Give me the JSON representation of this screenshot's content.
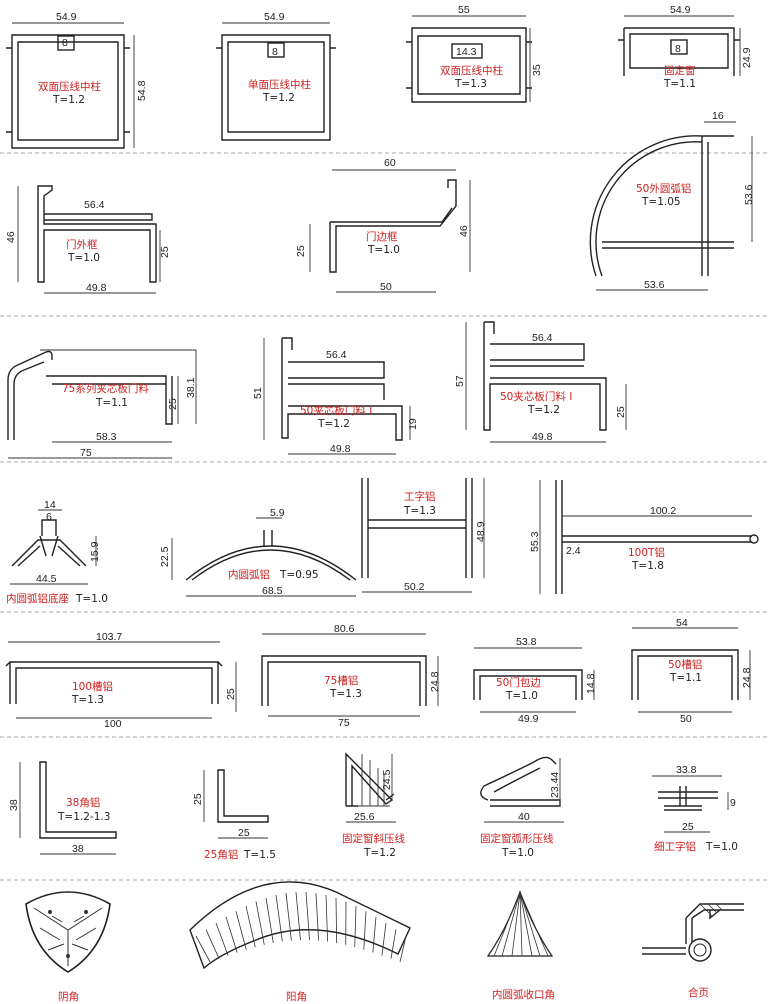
{
  "profiles": [
    {
      "id": "p1",
      "name": "双面压线中柱",
      "t": "T=1.2",
      "dims": [
        "54.9",
        "8",
        "54.8"
      ]
    },
    {
      "id": "p2",
      "name": "单面压线中柱",
      "t": "T=1.2",
      "dims": [
        "54.9",
        "8"
      ]
    },
    {
      "id": "p3",
      "name": "双面压线中柱",
      "t": "T=1.3",
      "dims": [
        "55",
        "14.3",
        "35"
      ]
    },
    {
      "id": "p4",
      "name": "固定窗",
      "t": "T=1.1",
      "dims": [
        "54.9",
        "8",
        "24.9"
      ]
    },
    {
      "id": "p5",
      "name": "门外框",
      "t": "T=1.0",
      "dims": [
        "56.4",
        "46",
        "25",
        "49.8"
      ]
    },
    {
      "id": "p6",
      "name": "门边框",
      "t": "T=1.0",
      "dims": [
        "60",
        "46",
        "25",
        "50"
      ]
    },
    {
      "id": "p7",
      "name": "50外圆弧铝",
      "t": "T=1.05",
      "dims": [
        "16",
        "53.6",
        "53.6"
      ]
    },
    {
      "id": "p8",
      "name": "75系列夹芯板门料",
      "t": "T=1.1",
      "dims": [
        "38.1",
        "25",
        "58.3",
        "75"
      ]
    },
    {
      "id": "p9",
      "name": "50夹芯板门料 I",
      "t": "T=1.2",
      "dims": [
        "56.4",
        "51",
        "19",
        "49.8"
      ]
    },
    {
      "id": "p10",
      "name": "50夹芯板门料 I",
      "t": "T=1.2",
      "dims": [
        "56.4",
        "57",
        "25",
        "49.8"
      ]
    },
    {
      "id": "p11",
      "name": "内圆弧铝底座",
      "t": "T=1.0",
      "dims": [
        "14",
        "6",
        "15.9",
        "44.5"
      ]
    },
    {
      "id": "p12",
      "name": "内圆弧铝",
      "t": "T=0.95",
      "dims": [
        "5.9",
        "22.5",
        "68.5"
      ]
    },
    {
      "id": "p13",
      "name": "工字铝",
      "t": "T=1.3",
      "dims": [
        "48.9",
        "50.2"
      ]
    },
    {
      "id": "p14",
      "name": "100T铝",
      "t": "T=1.8",
      "dims": [
        "100.2",
        "55.3",
        "2.4"
      ]
    },
    {
      "id": "p15",
      "name": "100槽铝",
      "t": "T=1.3",
      "dims": [
        "103.7",
        "25",
        "100"
      ]
    },
    {
      "id": "p16",
      "name": "75槽铝",
      "t": "T=1.3",
      "dims": [
        "80.6",
        "24.8",
        "75"
      ]
    },
    {
      "id": "p17",
      "name": "50门包边",
      "t": "T=1.0",
      "dims": [
        "53.8",
        "14.8",
        "49.9"
      ]
    },
    {
      "id": "p18",
      "name": "50槽铝",
      "t": "T=1.1",
      "dims": [
        "54",
        "24.8",
        "50"
      ]
    },
    {
      "id": "p19",
      "name": "38角铝",
      "t": "T=1.2-1.3",
      "dims": [
        "38",
        "38"
      ]
    },
    {
      "id": "p20",
      "name": "25角铝",
      "t": "T=1.5",
      "dims": [
        "25",
        "25"
      ]
    },
    {
      "id": "p21",
      "name": "固定窗斜压线",
      "t": "T=1.2",
      "dims": [
        "24.5",
        "25.6"
      ]
    },
    {
      "id": "p22",
      "name": "固定窗弧形压线",
      "t": "T=1.0",
      "dims": [
        "23.44",
        "40"
      ]
    },
    {
      "id": "p23",
      "name": "细工字铝",
      "t": "T=1.0",
      "dims": [
        "33.8",
        "9",
        "25"
      ]
    }
  ],
  "accessories": [
    {
      "id": "a1",
      "name": "阴角"
    },
    {
      "id": "a2",
      "name": "阳角"
    },
    {
      "id": "a3",
      "name": "内圆弧收口角"
    },
    {
      "id": "a4",
      "name": "合页"
    }
  ]
}
